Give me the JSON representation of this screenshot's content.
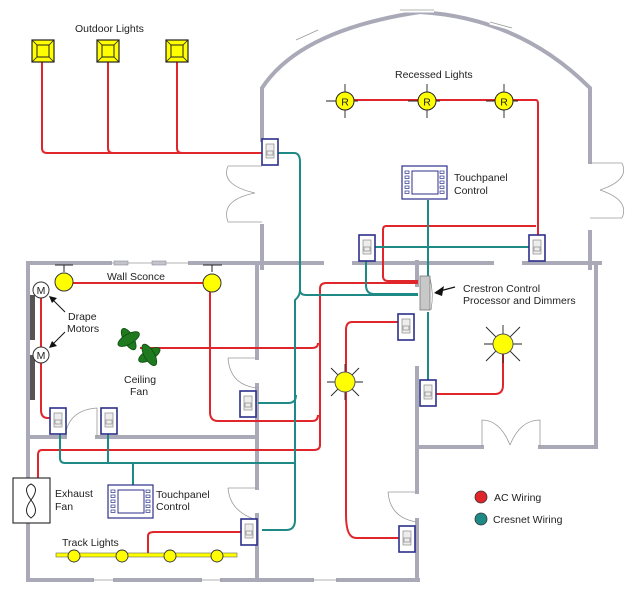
{
  "title": "Home Automation Wiring Diagram",
  "labels": {
    "outdoor_lights": "Outdoor Lights",
    "recessed_lights": "Recessed Lights",
    "touchpanel_top_line1": "Touchpanel",
    "touchpanel_top_line2": "Control",
    "crestron_line1": "Crestron Control",
    "crestron_line2": "Processor and Dimmers",
    "wall_sconce": "Wall Sconce",
    "drape_line1": "Drape",
    "drape_line2": "Motors",
    "ceiling_fan_line1": "Ceiling",
    "ceiling_fan_line2": "Fan",
    "exhaust_line1": "Exhaust",
    "exhaust_line2": "Fan",
    "touchpanel_bottom_line1": "Touchpanel",
    "touchpanel_bottom_line2": "Control",
    "track_lights": "Track Lights",
    "recessed_symbol": "R",
    "motor_symbol": "M"
  },
  "legend": [
    {
      "label": "AC Wiring",
      "color": "#e0262b"
    },
    {
      "label": "Cresnet Wiring",
      "color": "#1f8a85"
    }
  ],
  "colors": {
    "ac_wiring": "#e0262b",
    "cresnet_wiring": "#1f8a85",
    "fixture_yellow": "#ffff00",
    "fan_green": "#1f7a1f",
    "wall_gray": "#a9a9b8",
    "switch_border": "#2c2f8a"
  }
}
